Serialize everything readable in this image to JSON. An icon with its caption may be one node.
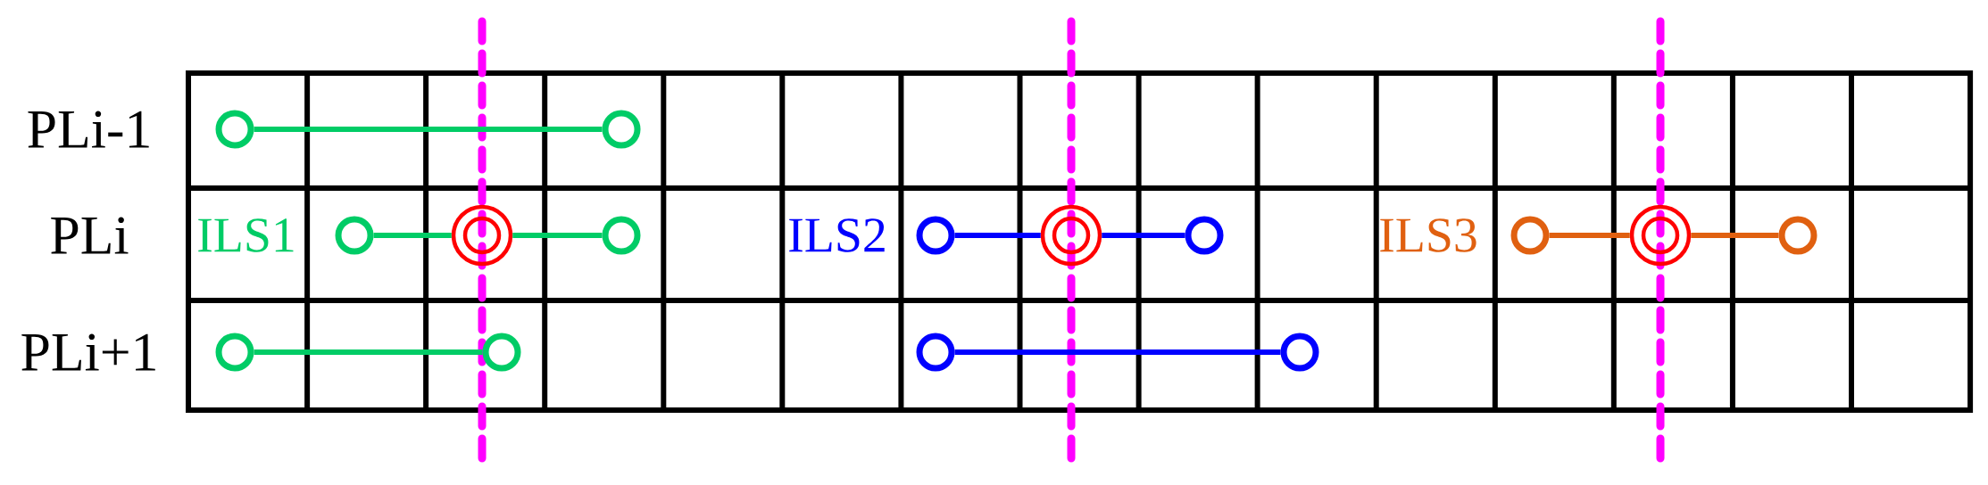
{
  "diagram": {
    "nodes": [
      {
        "text": [],
        "shape": "circle"
      },
      {
        "text": [],
        "shape": "circle"
      },
      {
        "text": [],
        "shape": "circle"
      },
      {
        "text": [],
        "shape": "circle"
      },
      {
        "text": [],
        "shape": "circle"
      },
      {
        "text": [],
        "shape": "circle"
      },
      {
        "text": [],
        "shape": "circle"
      },
      {
        "text": [],
        "shape": "circle"
      },
      {
        "text": [],
        "shape": "circle"
      },
      {
        "text": [],
        "shape": "circle"
      },
      {
        "text": [],
        "shape": "circle"
      },
      {
        "text": [],
        "shape": "circle"
      },
      {
        "text": [],
        "shape": "circle"
      },
      {
        "text": [],
        "shape": "circle"
      },
      {
        "text": [],
        "shape": "circle"
      }
    ],
    "edges": [
      {
        "from": 0,
        "to": 1,
        "arrow": "none",
        "color": "#00cc66"
      },
      {
        "from": 2,
        "to": 3,
        "arrow": "none",
        "color": "#00cc66"
      },
      {
        "from": 3,
        "to": 4,
        "arrow": "none",
        "color": "#00cc66"
      },
      {
        "from": 5,
        "to": 6,
        "arrow": "none",
        "color": "#0000ff"
      },
      {
        "from": 6,
        "to": 7,
        "arrow": "none",
        "color": "#0000ff"
      },
      {
        "from": 8,
        "to": 9,
        "arrow": "none",
        "color": "#e06010"
      },
      {
        "from": 9,
        "to": 10,
        "arrow": "none",
        "color": "#e06010"
      },
      {
        "from": 11,
        "to": 12,
        "arrow": "none",
        "color": "#00cc66"
      },
      {
        "from": 13,
        "to": 14,
        "arrow": "none",
        "color": "#0000ff"
      }
    ],
    "labels": [
      "PLi-1",
      "PLi",
      "PLi+1",
      "ILS1",
      "ILS2",
      "ILS3"
    ]
  }
}
